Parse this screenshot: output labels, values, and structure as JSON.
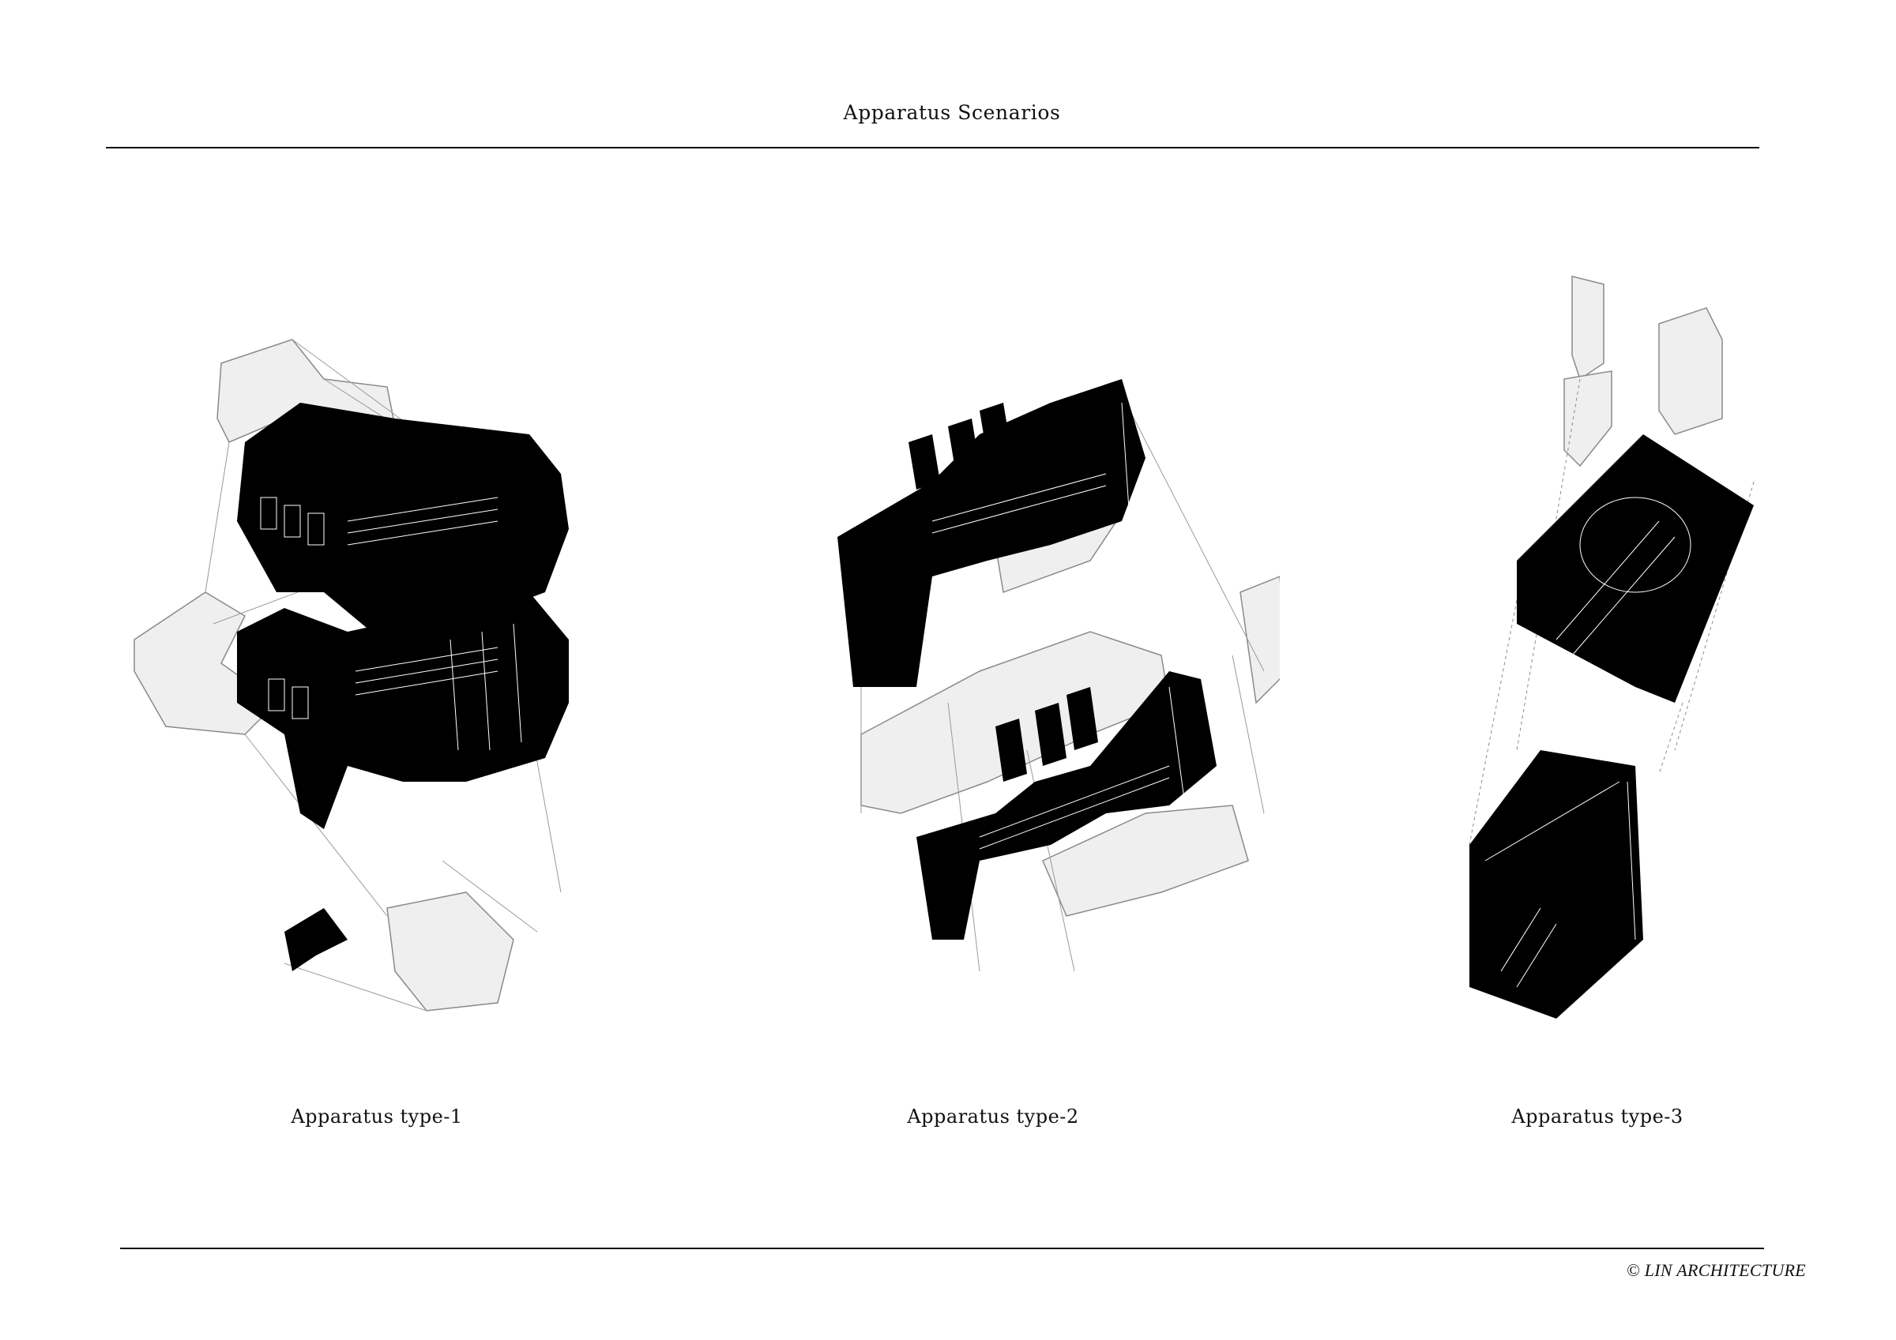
{
  "page": {
    "title": "Apparatus Scenarios",
    "footer": "© LIN ARCHITECTURE"
  },
  "apparatus": [
    {
      "caption": "Apparatus type-1",
      "drawing_icon": "axonometric-exploded-drawing"
    },
    {
      "caption": "Apparatus type-2",
      "drawing_icon": "axonometric-exploded-drawing"
    },
    {
      "caption": "Apparatus type-3",
      "drawing_icon": "axonometric-exploded-drawing"
    }
  ],
  "colors": {
    "ink": "#000000",
    "outline": "#8a8a8a",
    "ghost_fill": "#efefef",
    "background": "#ffffff"
  }
}
